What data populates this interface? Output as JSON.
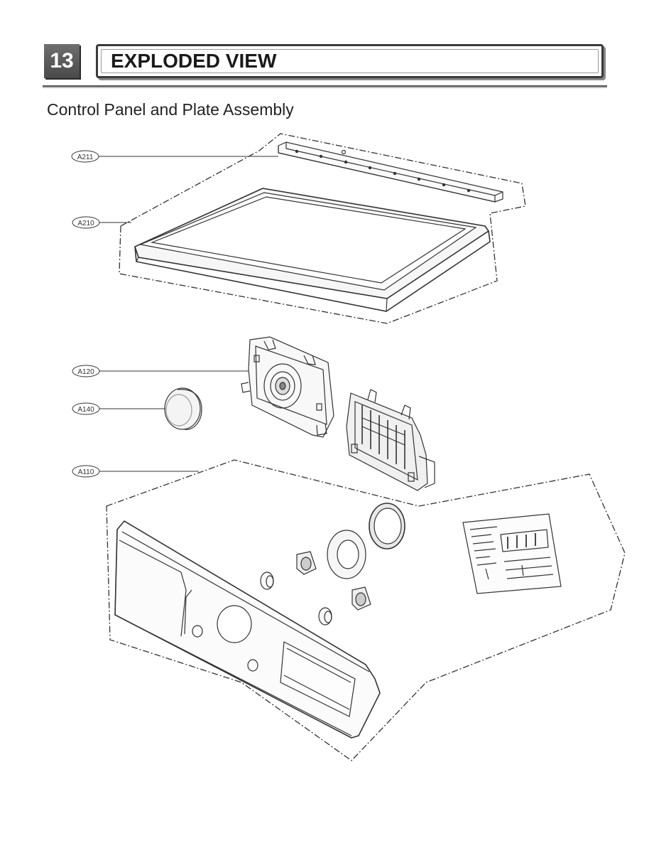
{
  "header": {
    "section_number": "13",
    "title": "EXPLODED VIEW",
    "subtitle": "Control Panel and Plate Assembly"
  },
  "callouts": [
    {
      "id": "A211"
    },
    {
      "id": "A210"
    },
    {
      "id": "A120"
    },
    {
      "id": "A140"
    },
    {
      "id": "A110"
    }
  ],
  "colors": {
    "line": "#333333",
    "badge": "#5a5a5a",
    "panel_fill": "#f4f4f4"
  }
}
